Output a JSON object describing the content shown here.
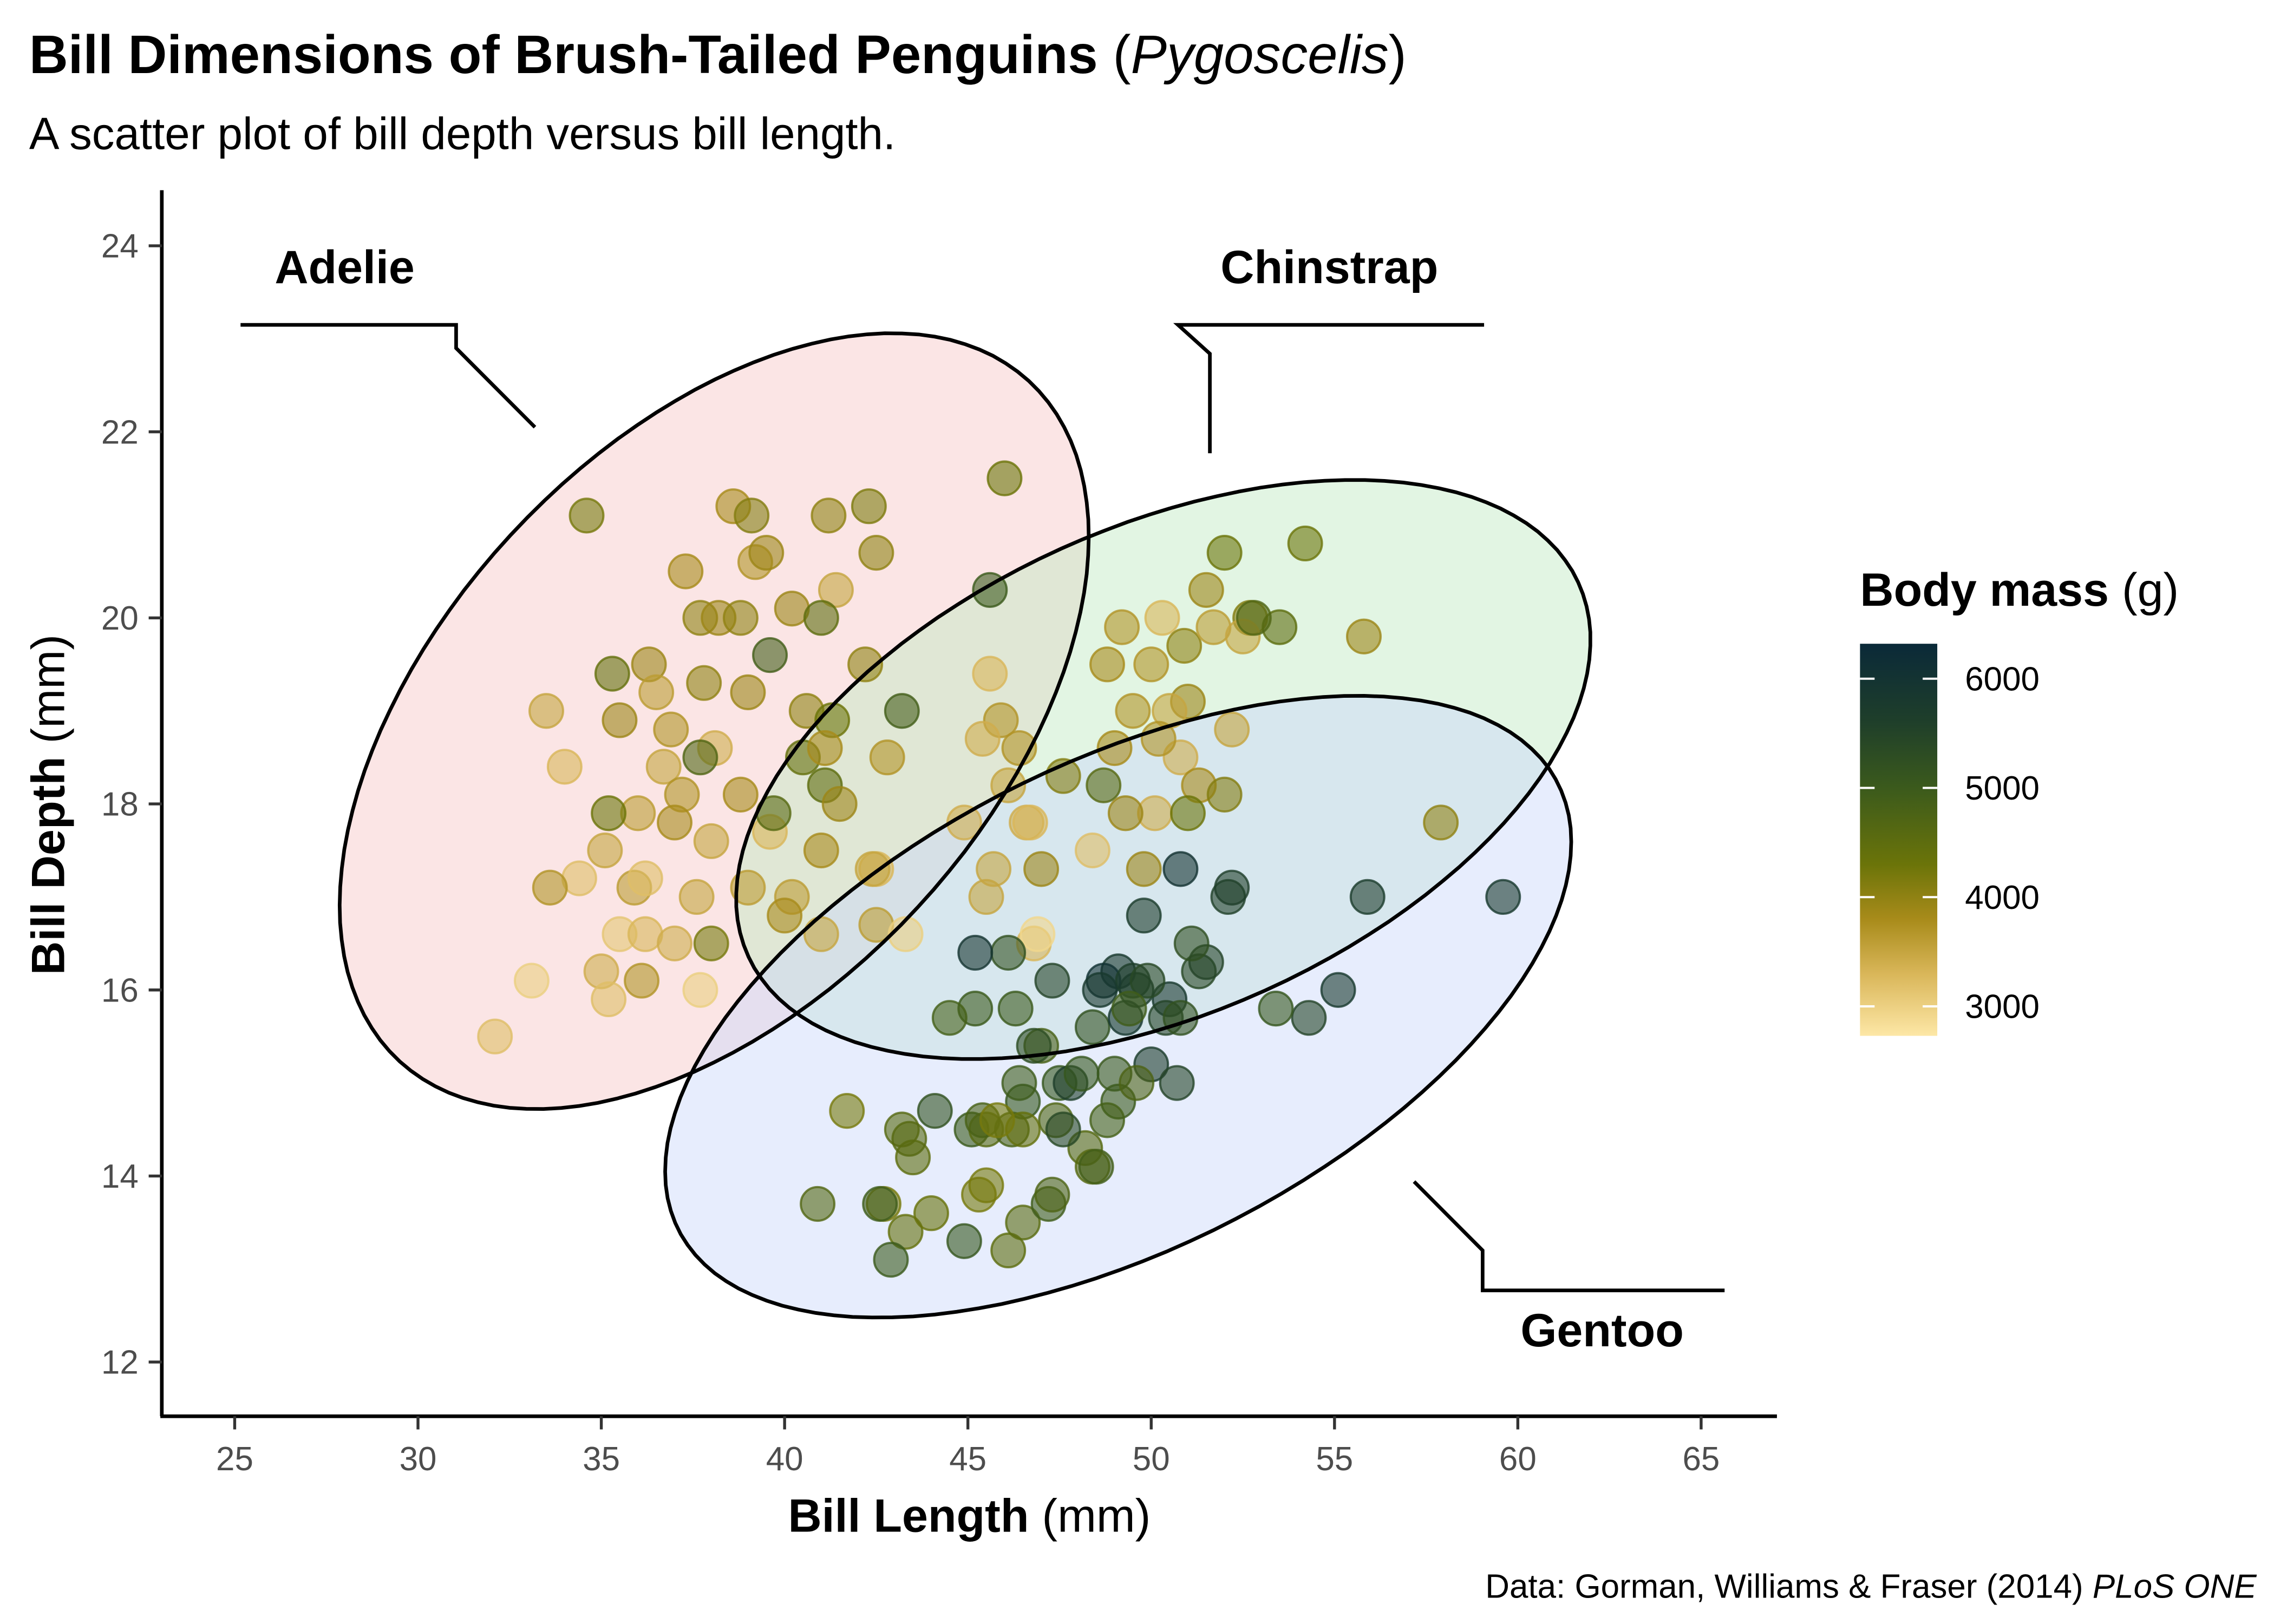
{
  "chart_data": {
    "type": "scatter",
    "title": {
      "main": "Bill Dimensions of Brush-Tailed Penguins ",
      "open": "(",
      "italic": "Pygoscelis",
      "close": ")"
    },
    "subtitle": "A scatter plot of bill depth versus bill length.",
    "xlabel": {
      "bold": "Bill Length",
      "unit": " (mm)"
    },
    "ylabel": {
      "bold": "Bill Depth",
      "unit": " (mm)"
    },
    "caption": {
      "text": "Data: Gorman, Williams & Fraser (2014) ",
      "italic": "PLoS ONE"
    },
    "xlim": [
      23,
      67
    ],
    "ylim": [
      11.4,
      24.6
    ],
    "x_ticks": [
      25,
      30,
      35,
      40,
      45,
      50,
      55,
      60,
      65
    ],
    "y_ticks": [
      12,
      14,
      16,
      18,
      20,
      22,
      24
    ],
    "grid": false,
    "legend": {
      "title_bold": "Body mass",
      "title_unit": " (g)",
      "placement": "right",
      "range": [
        2730,
        6320
      ],
      "ticks": [
        3000,
        4000,
        5000,
        6000
      ],
      "colors": [
        [
          2700,
          "#fde7a6"
        ],
        [
          3300,
          "#d9b659"
        ],
        [
          3800,
          "#a88b1a"
        ],
        [
          4300,
          "#6b7409"
        ],
        [
          5000,
          "#3b5a1c"
        ],
        [
          5600,
          "#1f3f2a"
        ],
        [
          6300,
          "#0b2a38"
        ]
      ]
    },
    "ellipses": [
      {
        "species": "Adelie",
        "center": [
          38.08,
          18.89
        ],
        "a": [
          9.34,
          3.3
        ],
        "b": [
          4.14,
          -2.55
        ],
        "fill": "#f6c6c6"
      },
      {
        "species": "Chinstrap",
        "center": [
          50.33,
          18.37
        ],
        "a": [
          10.74,
          2.36
        ],
        "b": [
          4.52,
          -2.03
        ],
        "fill": "#bfe9c0"
      },
      {
        "species": "Gentoo",
        "center": [
          49.1,
          15.82
        ],
        "a": [
          11.53,
          2.67
        ],
        "b": [
          4.45,
          -2.01
        ],
        "fill": "#c9d6fa"
      }
    ],
    "annotations": [
      {
        "label": "Adelie",
        "label_pos": [
          28.0,
          23.6
        ],
        "anchor": "middle",
        "line": [
          [
            25.16,
            23.15
          ],
          [
            31.04,
            23.15
          ],
          [
            31.04,
            22.9
          ],
          [
            33.19,
            22.05
          ]
        ]
      },
      {
        "label": "Chinstrap",
        "label_pos": [
          54.86,
          23.6
        ],
        "anchor": "middle",
        "line": [
          [
            59.08,
            23.15
          ],
          [
            50.73,
            23.15
          ],
          [
            51.6,
            22.84
          ],
          [
            51.6,
            21.77
          ]
        ]
      },
      {
        "label": "Gentoo",
        "label_pos": [
          62.3,
          12.17
        ],
        "anchor": "middle",
        "line": [
          [
            57.17,
            13.94
          ],
          [
            59.04,
            13.2
          ],
          [
            59.04,
            12.77
          ],
          [
            65.64,
            12.77
          ]
        ]
      }
    ],
    "columns": [
      "bill_length_mm",
      "bill_depth_mm",
      "body_mass_g"
    ],
    "points": [
      [
        34.6,
        21.1,
        4200
      ],
      [
        38.6,
        21.2,
        3800
      ],
      [
        39.1,
        21.1,
        4100
      ],
      [
        41.2,
        21.1,
        4000
      ],
      [
        42.3,
        21.2,
        4150
      ],
      [
        46.0,
        21.5,
        4300
      ],
      [
        37.3,
        20.5,
        3800
      ],
      [
        39.2,
        20.6,
        3700
      ],
      [
        39.5,
        20.7,
        3900
      ],
      [
        42.5,
        20.7,
        4000
      ],
      [
        41.4,
        20.3,
        3500
      ],
      [
        37.7,
        20.0,
        4000
      ],
      [
        38.2,
        20.0,
        3900
      ],
      [
        38.8,
        20.0,
        4000
      ],
      [
        40.2,
        20.1,
        3900
      ],
      [
        41.0,
        20.0,
        4500
      ],
      [
        39.6,
        19.6,
        4900
      ],
      [
        35.3,
        19.4,
        4400
      ],
      [
        36.3,
        19.5,
        3900
      ],
      [
        37.8,
        19.3,
        4000
      ],
      [
        36.5,
        19.2,
        3600
      ],
      [
        39.0,
        19.2,
        3900
      ],
      [
        40.6,
        19.0,
        4000
      ],
      [
        41.3,
        18.9,
        4300
      ],
      [
        42.2,
        19.5,
        4000
      ],
      [
        43.2,
        19.0,
        4900
      ],
      [
        33.5,
        19.0,
        3500
      ],
      [
        35.5,
        18.9,
        3900
      ],
      [
        36.9,
        18.8,
        3700
      ],
      [
        38.1,
        18.6,
        3400
      ],
      [
        40.5,
        18.5,
        4400
      ],
      [
        41.1,
        18.6,
        3800
      ],
      [
        42.8,
        18.5,
        3700
      ],
      [
        37.7,
        18.5,
        4700
      ],
      [
        34.0,
        18.4,
        3300
      ],
      [
        36.7,
        18.4,
        3500
      ],
      [
        37.2,
        18.1,
        3700
      ],
      [
        38.8,
        18.1,
        3800
      ],
      [
        41.1,
        18.2,
        4500
      ],
      [
        41.5,
        18.0,
        3900
      ],
      [
        36.0,
        17.9,
        3600
      ],
      [
        35.2,
        17.9,
        4300
      ],
      [
        37.0,
        17.8,
        3800
      ],
      [
        38.0,
        17.6,
        3500
      ],
      [
        39.6,
        17.7,
        3300
      ],
      [
        39.7,
        17.9,
        4600
      ],
      [
        41.0,
        17.5,
        3800
      ],
      [
        42.5,
        17.3,
        3300
      ],
      [
        35.1,
        17.5,
        3500
      ],
      [
        34.4,
        17.2,
        3200
      ],
      [
        33.6,
        17.1,
        3700
      ],
      [
        35.9,
        17.1,
        3600
      ],
      [
        36.2,
        17.2,
        3200
      ],
      [
        37.6,
        17.0,
        3500
      ],
      [
        39.0,
        17.1,
        3600
      ],
      [
        40.2,
        17.0,
        3600
      ],
      [
        41.0,
        16.6,
        3500
      ],
      [
        35.5,
        16.6,
        3100
      ],
      [
        36.2,
        16.6,
        3300
      ],
      [
        37.0,
        16.5,
        3400
      ],
      [
        38.0,
        16.5,
        4200
      ],
      [
        42.5,
        16.7,
        3600
      ],
      [
        43.3,
        16.6,
        3000
      ],
      [
        33.1,
        16.1,
        3000
      ],
      [
        35.0,
        16.2,
        3400
      ],
      [
        36.1,
        16.1,
        3700
      ],
      [
        37.7,
        16.0,
        3000
      ],
      [
        35.2,
        15.9,
        3200
      ],
      [
        32.1,
        15.5,
        3200
      ],
      [
        40.0,
        16.8,
        3800
      ],
      [
        45.6,
        20.3,
        5000
      ],
      [
        52.0,
        20.7,
        4300
      ],
      [
        54.2,
        20.8,
        4300
      ],
      [
        51.5,
        20.3,
        3900
      ],
      [
        50.3,
        20.0,
        3300
      ],
      [
        52.7,
        20.0,
        4100
      ],
      [
        53.5,
        19.9,
        4500
      ],
      [
        55.8,
        19.8,
        3900
      ],
      [
        50.9,
        19.7,
        4000
      ],
      [
        51.7,
        19.9,
        3600
      ],
      [
        49.2,
        19.9,
        3700
      ],
      [
        52.5,
        19.8,
        3500
      ],
      [
        48.8,
        19.5,
        3800
      ],
      [
        50.0,
        19.5,
        3700
      ],
      [
        51.0,
        19.1,
        3900
      ],
      [
        45.9,
        18.9,
        3700
      ],
      [
        50.5,
        19.0,
        3500
      ],
      [
        49.5,
        19.0,
        3700
      ],
      [
        50.8,
        18.5,
        3400
      ],
      [
        51.3,
        18.2,
        3800
      ],
      [
        52.0,
        18.1,
        4100
      ],
      [
        48.7,
        18.2,
        4600
      ],
      [
        49.0,
        18.6,
        3800
      ],
      [
        50.2,
        18.7,
        3700
      ],
      [
        52.2,
        18.8,
        3500
      ],
      [
        46.6,
        17.8,
        3400
      ],
      [
        46.4,
        18.6,
        3700
      ],
      [
        47.6,
        18.3,
        4100
      ],
      [
        50.1,
        17.9,
        3400
      ],
      [
        51.0,
        17.9,
        4300
      ],
      [
        48.4,
        17.5,
        3200
      ],
      [
        47.0,
        17.3,
        3900
      ],
      [
        49.8,
        17.3,
        3900
      ],
      [
        45.4,
        18.7,
        3400
      ],
      [
        45.6,
        19.4,
        3300
      ],
      [
        46.7,
        17.8,
        3300
      ],
      [
        45.5,
        17.0,
        3500
      ],
      [
        46.8,
        16.5,
        3300
      ],
      [
        49.3,
        17.9,
        3900
      ],
      [
        57.9,
        17.8,
        4000
      ],
      [
        45.7,
        17.3,
        3500
      ],
      [
        42.4,
        17.3,
        3500
      ],
      [
        44.9,
        17.8,
        3400
      ],
      [
        46.1,
        18.2,
        3500
      ],
      [
        46.9,
        16.6,
        2900
      ],
      [
        52.8,
        20.0,
        4700
      ],
      [
        59.6,
        17.0,
        5800
      ],
      [
        55.9,
        17.0,
        5700
      ],
      [
        55.1,
        16.0,
        5800
      ],
      [
        54.3,
        15.7,
        5500
      ],
      [
        53.4,
        15.8,
        5100
      ],
      [
        52.1,
        17.0,
        5550
      ],
      [
        51.3,
        16.2,
        5400
      ],
      [
        50.8,
        17.3,
        6000
      ],
      [
        49.8,
        16.8,
        5700
      ],
      [
        50.5,
        15.9,
        5800
      ],
      [
        49.6,
        16.0,
        5700
      ],
      [
        49.1,
        16.2,
        5800
      ],
      [
        48.7,
        16.1,
        6050
      ],
      [
        50.4,
        15.7,
        5500
      ],
      [
        51.5,
        16.3,
        5500
      ],
      [
        52.2,
        17.1,
        5600
      ],
      [
        47.3,
        16.1,
        5500
      ],
      [
        46.1,
        16.4,
        5200
      ],
      [
        45.2,
        15.8,
        5000
      ],
      [
        46.3,
        15.8,
        5000
      ],
      [
        47.0,
        15.4,
        4800
      ],
      [
        48.4,
        15.6,
        5200
      ],
      [
        49.0,
        15.1,
        5050
      ],
      [
        50.0,
        15.2,
        5700
      ],
      [
        50.7,
        15.0,
        5500
      ],
      [
        49.5,
        16.1,
        5650
      ],
      [
        48.2,
        14.3,
        4600
      ],
      [
        47.5,
        15.0,
        5100
      ],
      [
        46.5,
        14.8,
        5100
      ],
      [
        45.1,
        14.5,
        5000
      ],
      [
        45.5,
        13.9,
        4200
      ],
      [
        43.3,
        13.4,
        4400
      ],
      [
        42.9,
        13.1,
        5000
      ],
      [
        44.9,
        13.3,
        5100
      ],
      [
        46.1,
        13.2,
        4500
      ],
      [
        46.5,
        13.5,
        4550
      ],
      [
        47.2,
        13.7,
        4925
      ],
      [
        48.4,
        14.1,
        4600
      ],
      [
        49.1,
        14.8,
        5000
      ],
      [
        48.5,
        14.1,
        4900
      ],
      [
        43.2,
        14.5,
        4600
      ],
      [
        43.5,
        14.2,
        4500
      ],
      [
        42.7,
        13.7,
        4200
      ],
      [
        41.7,
        14.7,
        4200
      ],
      [
        40.9,
        13.7,
        4650
      ],
      [
        44.0,
        13.6,
        4350
      ],
      [
        47.4,
        14.6,
        4700
      ],
      [
        46.8,
        15.4,
        5300
      ],
      [
        45.5,
        14.5,
        4600
      ],
      [
        45.4,
        14.6,
        4800
      ],
      [
        46.2,
        14.5,
        4800
      ],
      [
        46.5,
        14.5,
        4400
      ],
      [
        47.8,
        15.0,
        5650
      ],
      [
        48.8,
        14.6,
        4850
      ],
      [
        49.9,
        16.1,
        5400
      ],
      [
        51.1,
        16.5,
        5250
      ],
      [
        45.3,
        13.8,
        4200
      ],
      [
        43.4,
        14.4,
        4600
      ],
      [
        45.2,
        16.4,
        5950
      ],
      [
        44.5,
        15.7,
        4850
      ],
      [
        49.6,
        15.0,
        4750
      ],
      [
        50.8,
        15.7,
        5200
      ],
      [
        48.6,
        16.0,
        5800
      ],
      [
        49.3,
        15.7,
        5850
      ],
      [
        47.6,
        14.5,
        5400
      ],
      [
        46.4,
        15.0,
        4975
      ],
      [
        44.1,
        14.7,
        5200
      ],
      [
        47.3,
        13.8,
        4725
      ],
      [
        42.6,
        13.7,
        4950
      ],
      [
        45.8,
        14.6,
        4200
      ],
      [
        49.4,
        15.8,
        4925
      ],
      [
        48.1,
        15.1,
        5100
      ]
    ]
  }
}
